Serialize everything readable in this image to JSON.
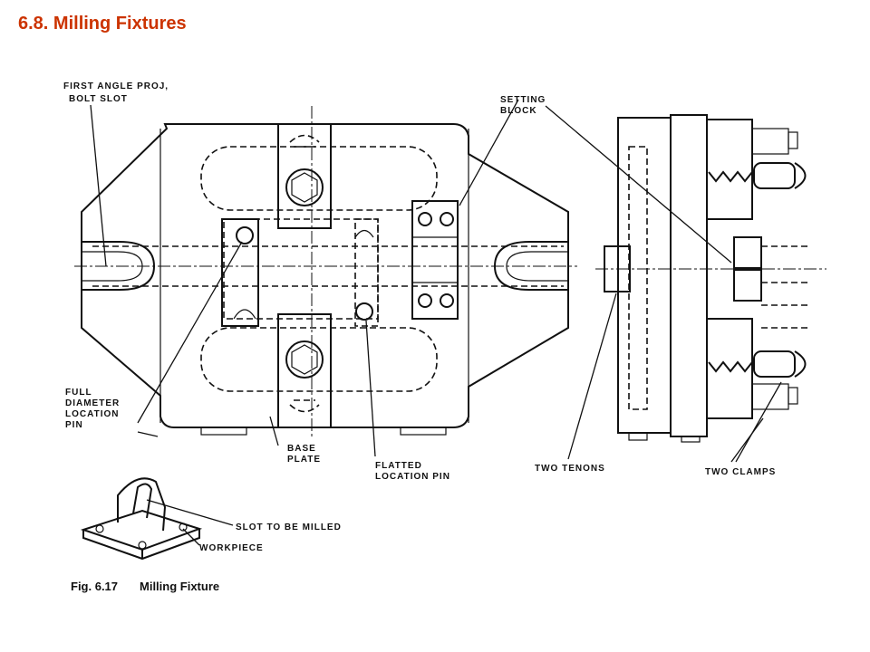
{
  "slide": {
    "title": "6.8. Milling Fixtures"
  },
  "figure": {
    "labels": {
      "first_angle": "FIRST ANGLE PROJ,",
      "bolt_slot": "BOLT SLOT",
      "setting_block_1": "SETTING",
      "setting_block_2": "BLOCK",
      "full_diameter_1": "FULL",
      "full_diameter_2": "DIAMETER",
      "full_diameter_3": "LOCATION",
      "full_diameter_4": "PIN",
      "base_plate_1": "BASE",
      "base_plate_2": "PLATE",
      "flatted_pin_1": "FLATTED",
      "flatted_pin_2": "LOCATION PIN",
      "two_tenons": "TWO TENONS",
      "two_clamps": "TWO CLAMPS",
      "slot_to_be_milled": "SLOT TO BE MILLED",
      "workpiece": "WORKPIECE"
    },
    "caption_bold": "Fig. 6.17",
    "caption_text": "Milling Fixture"
  },
  "colors": {
    "title": "#cc3300",
    "ink": "#111111",
    "background": "#ffffff"
  }
}
